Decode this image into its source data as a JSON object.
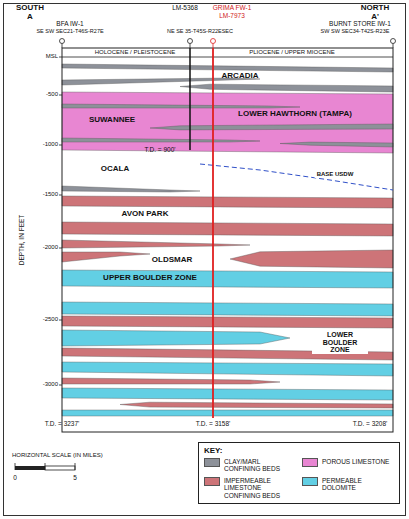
{
  "diagram": {
    "nodes": [
      {
        "text": [
          "KEY:"
        ]
      }
    ],
    "labels": [
      "SOUTH",
      "A",
      "NORTH",
      "A'",
      "BFA IW-1",
      "SE SW SEC21-T46S-R27E",
      "LM-5368",
      "GRIMA FW-1",
      "LM-7973",
      "NE SE 35-T45S-R22ESEC",
      "BURNT STORE IW-1",
      "SW SW SEC34-T42S-R23E",
      "HOLOCENE / PLEISTOCENE",
      "PLIOCENE / UPPER MIOCENE",
      "MSL",
      "-500",
      "-1000",
      "-1500",
      "-2000",
      "-2500",
      "-3000",
      "DEPTH, IN FEET",
      "ARCADIA",
      "LOWER HAWTHORN (TAMPA)",
      "SUWANNEE",
      "T.D. = 900'",
      "OCALA",
      "BASE USDW",
      "AVON PARK",
      "OLDSMAR",
      "UPPER BOULDER ZONE",
      "LOWER BOULDER ZONE",
      "T.D. = 3237'",
      "T.D. = 3158'",
      "T.D. = 3208'",
      "HORIZONTAL SCALE (IN MILES)",
      "0",
      "5"
    ],
    "legend": [
      {
        "text": "CLAY/MARL CONFINING BEDS",
        "color": "#8d9199"
      },
      {
        "text": "POROUS LIMESTONE",
        "color": "#e886d2"
      },
      {
        "text": "IMPERMEABLE LIMESTONE CONFINING BEDS",
        "color": "#cd7478"
      },
      {
        "text": "PERMEABLE DOLOMITE",
        "color": "#62cfe4"
      }
    ]
  }
}
